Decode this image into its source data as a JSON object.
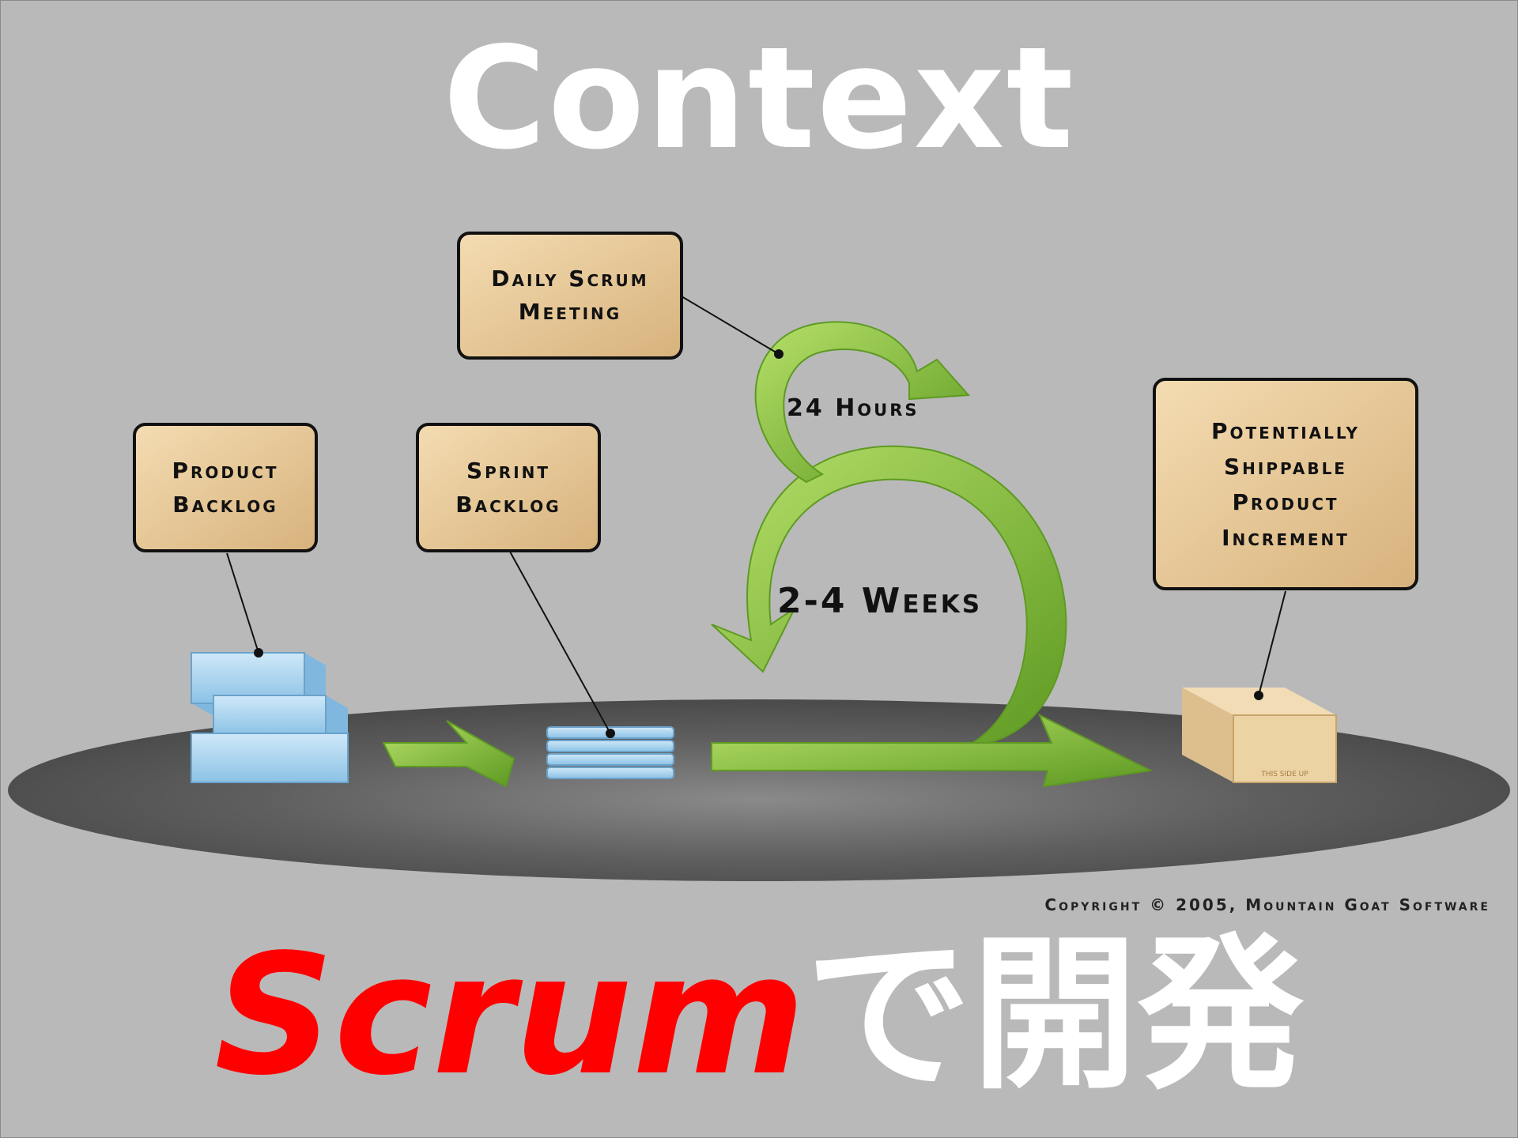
{
  "slide": {
    "title": "Context",
    "bottom_red": "Scrum",
    "bottom_white": "で開発"
  },
  "diagram": {
    "boxes": {
      "daily_scrum": [
        "Daily Scrum",
        "Meeting"
      ],
      "product_backlog": [
        "Product",
        "Backlog"
      ],
      "sprint_backlog": [
        "Sprint",
        "Backlog"
      ],
      "increment": [
        "Potentially",
        "Shippable",
        "Product",
        "Increment"
      ]
    },
    "labels": {
      "hours": "24 Hours",
      "weeks": "2-4 Weeks"
    },
    "copyright": "Copyright © 2005, Mountain Goat Software",
    "box_stamp": "THIS SIDE UP",
    "colors": {
      "background": "#b9b9b9",
      "box_fill_top": "#f6ebd2",
      "box_fill_bottom": "#d9bf8e",
      "arrow_green": "#8cc63f",
      "stack_blue": "#a9d4ef",
      "platform": "#555555"
    }
  }
}
